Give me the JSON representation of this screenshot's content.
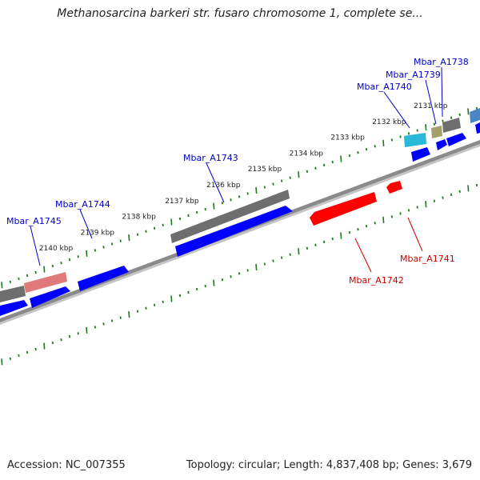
{
  "title": "Methanosarcina barkeri str. fusaro chromosome 1, complete se...",
  "footer": {
    "accession": "Accession: NC_007355",
    "summary": "Topology: circular; Length: 4,837,408 bp; Genes: 3,679"
  },
  "colors": {
    "backbone": "#8a8a8a",
    "tick": "#1f7a1f",
    "forward_gene": "#0000ff",
    "reverse_gene": "#ff0000",
    "cds_grey": "#6e6e6e",
    "label_blue": "#0000cc",
    "label_red": "#cc0000"
  },
  "scale": {
    "unit": "kbp",
    "ticks": [
      {
        "value": 2131,
        "label": "2131 kbp"
      },
      {
        "value": 2132,
        "label": "2132 kbp"
      },
      {
        "value": 2133,
        "label": "2133 kbp"
      },
      {
        "value": 2134,
        "label": "2134 kbp"
      },
      {
        "value": 2135,
        "label": "2135 kbp"
      },
      {
        "value": 2136,
        "label": "2136 kbp"
      },
      {
        "value": 2137,
        "label": "2137 kbp"
      },
      {
        "value": 2138,
        "label": "2138 kbp"
      },
      {
        "value": 2139,
        "label": "2139 kbp"
      },
      {
        "value": 2140,
        "label": "2140 kbp"
      }
    ]
  },
  "genes": [
    {
      "name": "Mbar_A1738",
      "strand": "forward"
    },
    {
      "name": "Mbar_A1739",
      "strand": "forward"
    },
    {
      "name": "Mbar_A1740",
      "strand": "forward"
    },
    {
      "name": "Mbar_A1741",
      "strand": "reverse"
    },
    {
      "name": "Mbar_A1742",
      "strand": "reverse"
    },
    {
      "name": "Mbar_A1743",
      "strand": "forward"
    },
    {
      "name": "Mbar_A1744",
      "strand": "forward"
    },
    {
      "name": "Mbar_A1745",
      "strand": "forward"
    }
  ]
}
